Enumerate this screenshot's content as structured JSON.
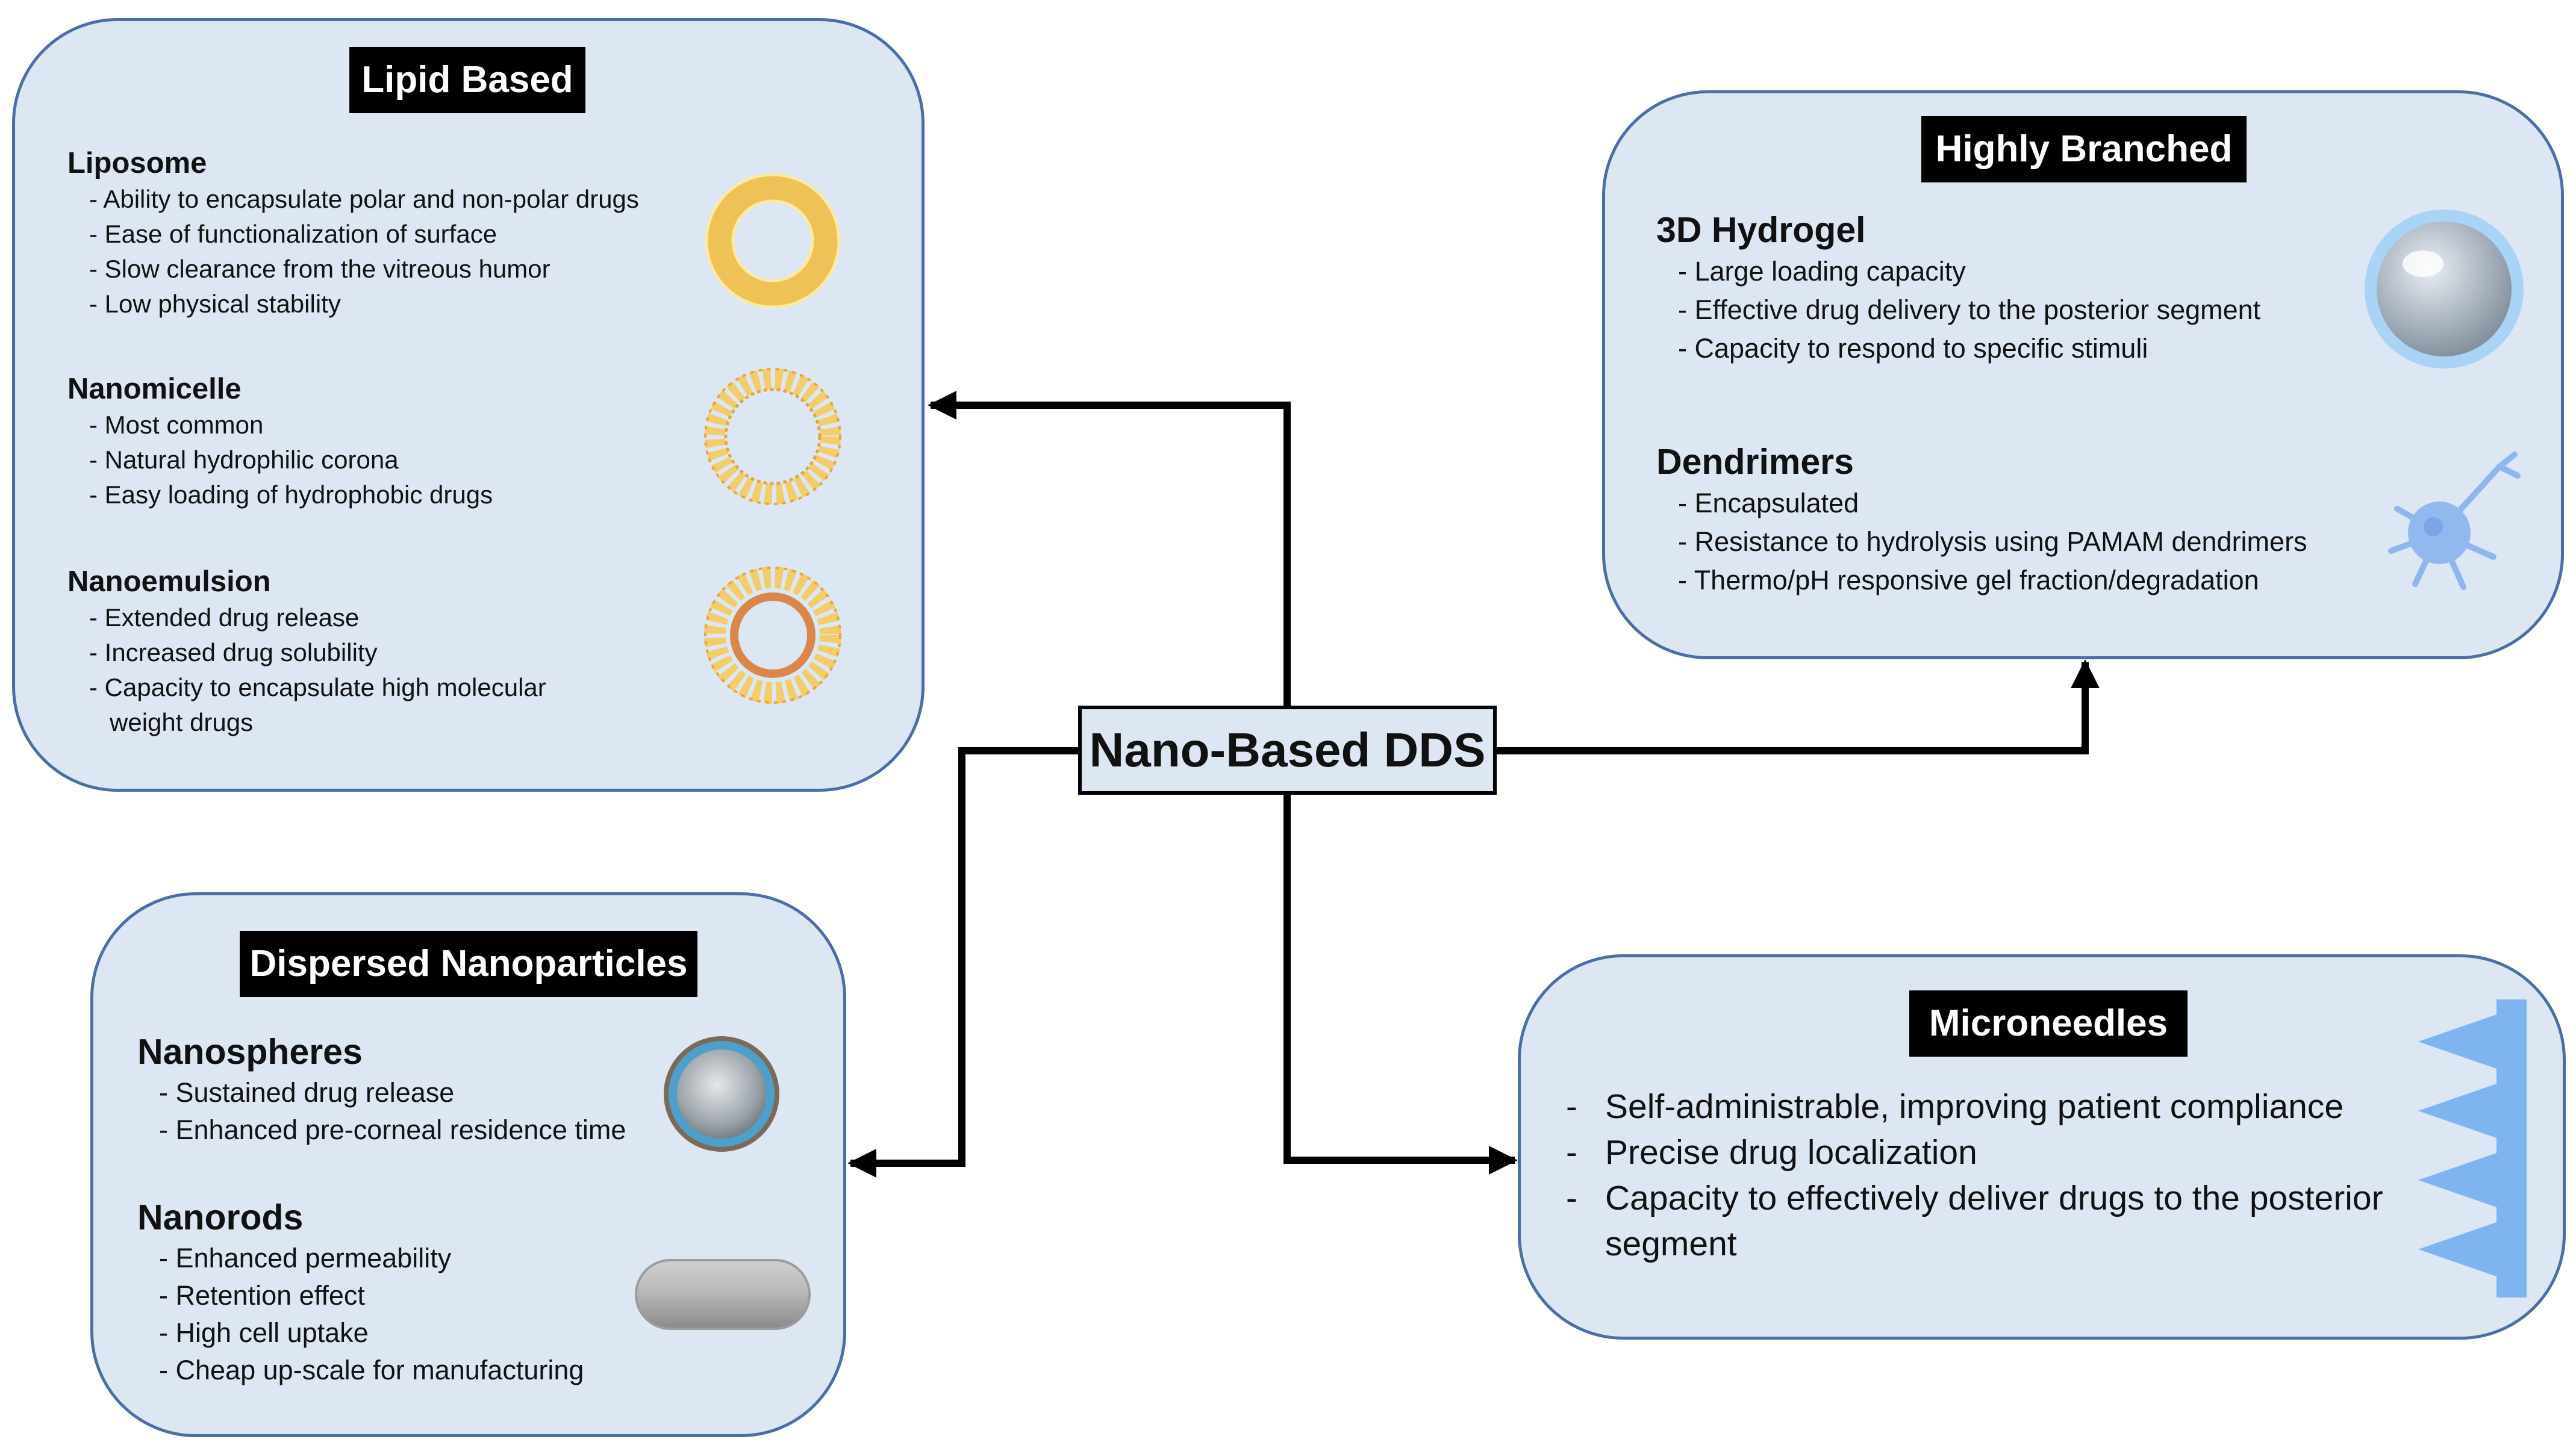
{
  "center": {
    "label": "Nano-Based DDS"
  },
  "lipid_based": {
    "title": "Lipid Based",
    "sections": [
      {
        "name": "Liposome",
        "items": [
          "Ability to encapsulate polar and non-polar drugs",
          "Ease of functionalization of surface",
          "Slow clearance from the vitreous humor",
          "Low physical stability"
        ]
      },
      {
        "name": "Nanomicelle",
        "items": [
          "Most common",
          "Natural hydrophilic corona",
          "Easy loading of hydrophobic drugs"
        ]
      },
      {
        "name": "Nanoemulsion",
        "items": [
          "Extended drug release",
          "Increased drug solubility",
          "Capacity to encapsulate high molecular",
          "weight drugs"
        ]
      }
    ]
  },
  "highly_branched": {
    "title": "Highly Branched",
    "sections": [
      {
        "name": "3D Hydrogel",
        "items": [
          "Large loading capacity",
          "Effective drug delivery to the posterior segment",
          "Capacity to respond to specific stimuli"
        ]
      },
      {
        "name": "Dendrimers",
        "items": [
          "Encapsulated",
          "Resistance to hydrolysis using PAMAM dendrimers",
          "Thermo/pH responsive gel fraction/degradation"
        ]
      }
    ]
  },
  "dispersed_nanoparticles": {
    "title": "Dispersed Nanoparticles",
    "sections": [
      {
        "name": "Nanospheres",
        "items": [
          "Sustained drug release",
          "Enhanced pre-corneal residence time"
        ]
      },
      {
        "name": "Nanorods",
        "items": [
          "Enhanced permeability",
          "Retention effect",
          "High cell uptake",
          "Cheap up-scale for manufacturing"
        ]
      }
    ]
  },
  "microneedles": {
    "title": "Microneedles",
    "items": [
      "Self-administrable, improving patient compliance",
      "Precise drug localization",
      "Capacity to effectively deliver drugs to the posterior",
      "segment"
    ]
  },
  "colors": {
    "panel_fill": "#dde7f4",
    "panel_border": "#4a6ea8",
    "tag_fill": "#000000",
    "arrow": "#000000",
    "ring_gold": "#e8b84a",
    "needle_blue": "#7eb4f0"
  },
  "icons": [
    "liposome-icon",
    "nanomicelle-icon",
    "nanoemulsion-icon",
    "hydrogel-icon",
    "dendrimer-icon",
    "nanosphere-icon",
    "nanorod-icon",
    "microneedle-icon"
  ]
}
